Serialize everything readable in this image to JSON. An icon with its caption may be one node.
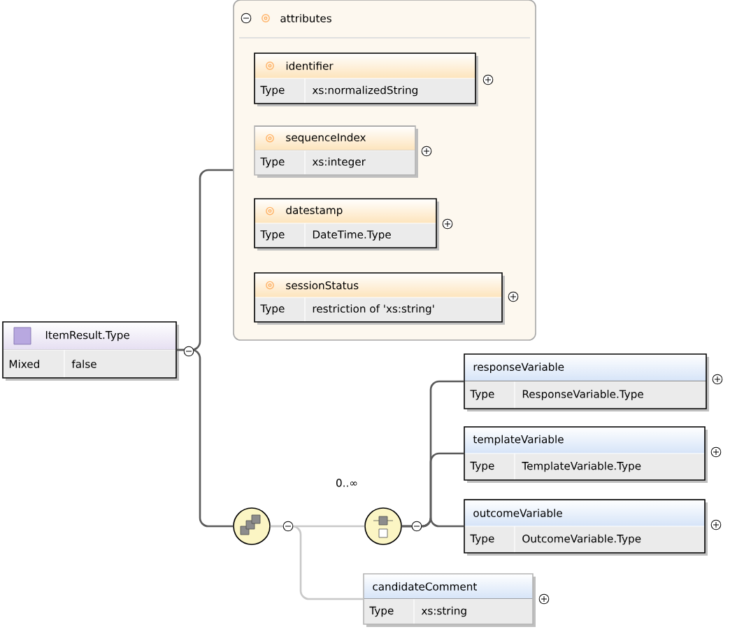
{
  "diagram": {
    "nodes": [
      {
        "text": [
          "ItemResult.Type",
          "Mixed",
          "false"
        ]
      },
      {
        "text": [
          "attributes"
        ]
      },
      {
        "text": [
          "identifier",
          "Type",
          "xs:normalizedString"
        ],
        "in": 1
      },
      {
        "text": [
          "sequenceIndex",
          "Type",
          "xs:integer"
        ],
        "in": 1
      },
      {
        "text": [
          "datestamp",
          "Type",
          "DateTime.Type"
        ],
        "in": 1
      },
      {
        "text": [
          "sessionStatus",
          "Type",
          "restriction of 'xs:string'"
        ],
        "in": 1
      },
      {
        "text": [],
        "shape": "circle"
      },
      {
        "text": [],
        "shape": "circle",
        "beside": [
          "0..∞"
        ]
      },
      {
        "text": [
          "responseVariable",
          "Type",
          "ResponseVariable.Type"
        ]
      },
      {
        "text": [
          "templateVariable",
          "Type",
          "TemplateVariable.Type"
        ]
      },
      {
        "text": [
          "outcomeVariable",
          "Type",
          "OutcomeVariable.Type"
        ]
      },
      {
        "text": [
          "candidateComment",
          "Type",
          "xs:string"
        ]
      }
    ],
    "edges": [
      {
        "from": 0,
        "to": 1,
        "arrow": "none"
      },
      {
        "from": 0,
        "to": 6,
        "arrow": "none"
      },
      {
        "from": 6,
        "to": 7,
        "arrow": "none",
        "color": "#c8c8c8"
      },
      {
        "from": 6,
        "to": 11,
        "arrow": "none",
        "color": "#c8c8c8"
      },
      {
        "from": 7,
        "to": 8,
        "arrow": "none"
      },
      {
        "from": 7,
        "to": 9,
        "arrow": "none"
      },
      {
        "from": 7,
        "to": 10,
        "arrow": "none"
      }
    ]
  }
}
